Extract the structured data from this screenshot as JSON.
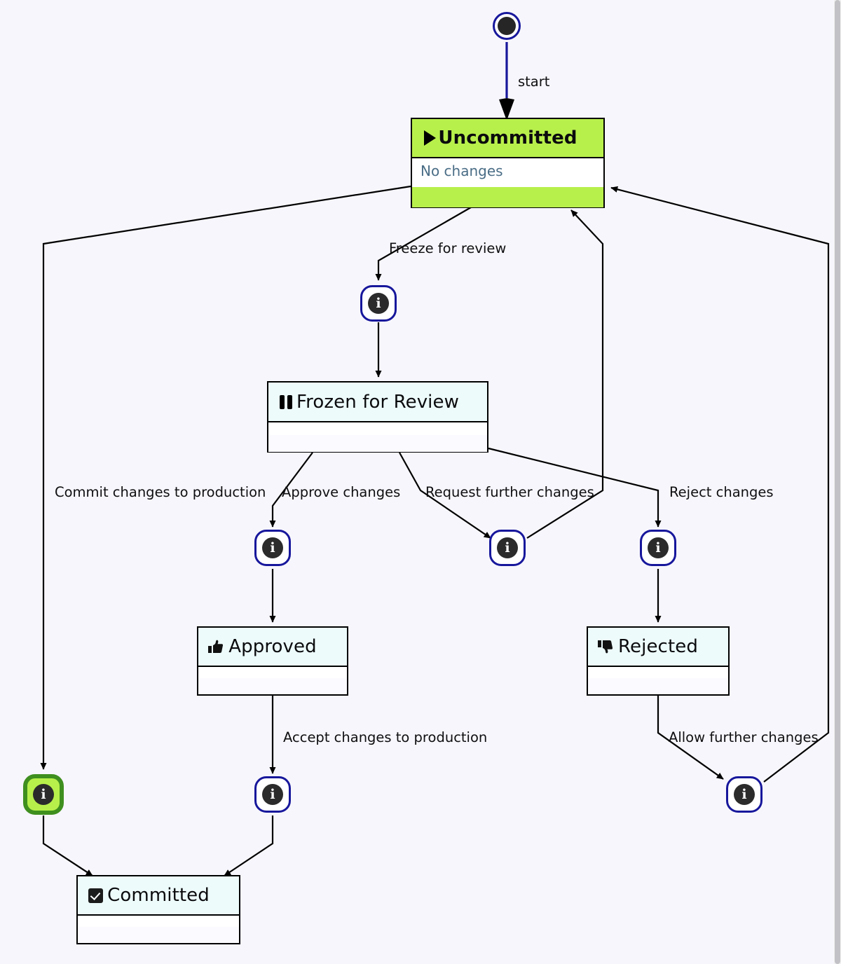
{
  "diagram": {
    "type": "state-machine",
    "title": "Change review workflow state diagram",
    "background_color": "#f7f6fc",
    "highlight_color": "#b8f04b",
    "accent_color": "#17179c"
  },
  "start": {
    "label": "start",
    "icon": "filled-circle-icon"
  },
  "states": [
    {
      "id": "uncommitted",
      "title": "Uncommitted",
      "icon": "play-icon",
      "body": "No changes",
      "highlighted": true
    },
    {
      "id": "frozen",
      "title": "Frozen for Review",
      "icon": "pause-icon",
      "body": "",
      "highlighted": false
    },
    {
      "id": "approved",
      "title": "Approved",
      "icon": "thumbs-up-icon",
      "body": "",
      "highlighted": false
    },
    {
      "id": "rejected",
      "title": "Rejected",
      "icon": "thumbs-down-icon",
      "body": "",
      "highlighted": false
    },
    {
      "id": "committed",
      "title": "Committed",
      "icon": "checkbox-checked-icon",
      "body": "",
      "highlighted": false
    }
  ],
  "choice_nodes": [
    {
      "id": "choice-freeze",
      "icon": "info-icon",
      "glyph": "i",
      "selected": false
    },
    {
      "id": "choice-commit",
      "icon": "info-icon",
      "glyph": "i",
      "selected": true
    },
    {
      "id": "choice-approve",
      "icon": "info-icon",
      "glyph": "i",
      "selected": false
    },
    {
      "id": "choice-request",
      "icon": "info-icon",
      "glyph": "i",
      "selected": false
    },
    {
      "id": "choice-reject",
      "icon": "info-icon",
      "glyph": "i",
      "selected": false
    },
    {
      "id": "choice-accept",
      "icon": "info-icon",
      "glyph": "i",
      "selected": false
    },
    {
      "id": "choice-allow",
      "icon": "info-icon",
      "glyph": "i",
      "selected": false
    }
  ],
  "transitions": [
    {
      "id": "t-start",
      "label": "start",
      "from": "start",
      "to": "uncommitted"
    },
    {
      "id": "t-freeze",
      "label": "Freeze for review",
      "from": "uncommitted",
      "to": "frozen"
    },
    {
      "id": "t-commit",
      "label": "Commit changes to production",
      "from": "uncommitted",
      "to": "committed"
    },
    {
      "id": "t-approve",
      "label": "Approve changes",
      "from": "frozen",
      "to": "approved"
    },
    {
      "id": "t-request",
      "label": "Request further changes",
      "from": "frozen",
      "to": "uncommitted"
    },
    {
      "id": "t-reject",
      "label": "Reject changes",
      "from": "frozen",
      "to": "rejected"
    },
    {
      "id": "t-accept",
      "label": "Accept changes to production",
      "from": "approved",
      "to": "committed"
    },
    {
      "id": "t-allow",
      "label": "Allow further changes",
      "from": "rejected",
      "to": "uncommitted"
    }
  ]
}
